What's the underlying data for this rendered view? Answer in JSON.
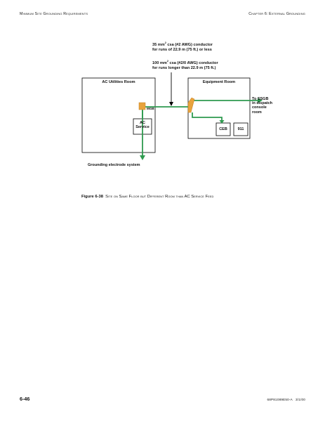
{
  "header": {
    "left": "Minimum Site Grounding Requirements",
    "right": "Chapter 6: External Grounding"
  },
  "diagram": {
    "note1_line1": "35 mm",
    "note1_sup": "2",
    "note1_line1b": " csa (#2 AWG) conductor",
    "note1_line2": "for runs of 22.9 m (75 ft.) or less",
    "note2_line1": "100 mm",
    "note2_sup": "2",
    "note2_line1b": " csa (#2/0 AWG) conductor",
    "note2_line2": "for runs longer than 22.9 m (75 ft.)",
    "ac_room_title": "AC Utilities Room",
    "equipment_room_title": "Equipment Room",
    "mgb_label": "MGB",
    "ac_service_line1": "AC",
    "ac_service_line2": "Service",
    "ceb_label": "CEB",
    "label_911": "911",
    "ssgb_line1": "To SSGB",
    "ssgb_line2": "in dispatch",
    "ssgb_line3": "console",
    "ssgb_line4": "room",
    "grounding_label": "Grounding electrode system",
    "colors": {
      "conductor": "#2e9a4f",
      "busbar": "#e8a33d",
      "line": "#000000"
    }
  },
  "caption": {
    "number": "Figure 6-38",
    "text": "Site on Same Floor but Different Room than AC Service Feed"
  },
  "footer": {
    "page": "6-46",
    "doc_id": "68P81089E50-A   3/1/00"
  }
}
